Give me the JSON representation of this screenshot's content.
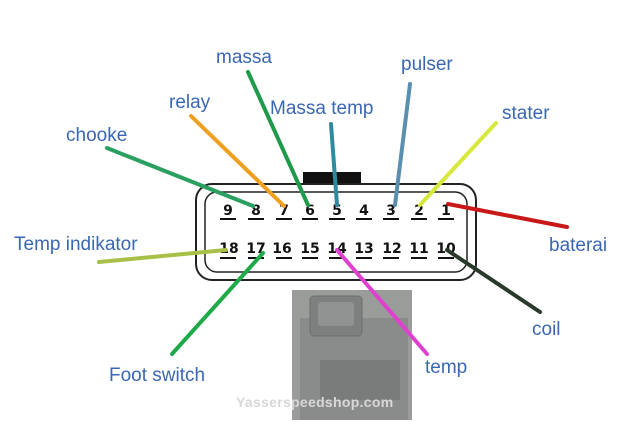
{
  "diagram": {
    "watermark": "Yasserspeedshop.com",
    "pins_top": [
      "9",
      "8",
      "7",
      "6",
      "5",
      "4",
      "3",
      "2",
      "1"
    ],
    "pins_bottom": [
      "18",
      "17",
      "16",
      "15",
      "14",
      "13",
      "12",
      "11",
      "10"
    ],
    "labels": {
      "massa": "massa",
      "pulser": "pulser",
      "relay": "relay",
      "massa_temp": "Massa temp",
      "stater": "stater",
      "chooke": "chooke",
      "temp_indikator": "Temp indikator",
      "baterai": "baterai",
      "coil": "coil",
      "foot_switch": "Foot switch",
      "temp": "temp"
    },
    "wire_colors": {
      "massa": "#1f9a4a",
      "pulser": "#5a8fb0",
      "relay": "#f0a020",
      "massa_temp": "#2f8aa0",
      "stater": "#d8e83a",
      "chooke": "#2aa060",
      "temp_indikator": "#a8c048",
      "baterai": "#c81818",
      "coil": "#2a3a2a",
      "foot_switch": "#1faa4a",
      "temp": "#e040d0"
    }
  }
}
